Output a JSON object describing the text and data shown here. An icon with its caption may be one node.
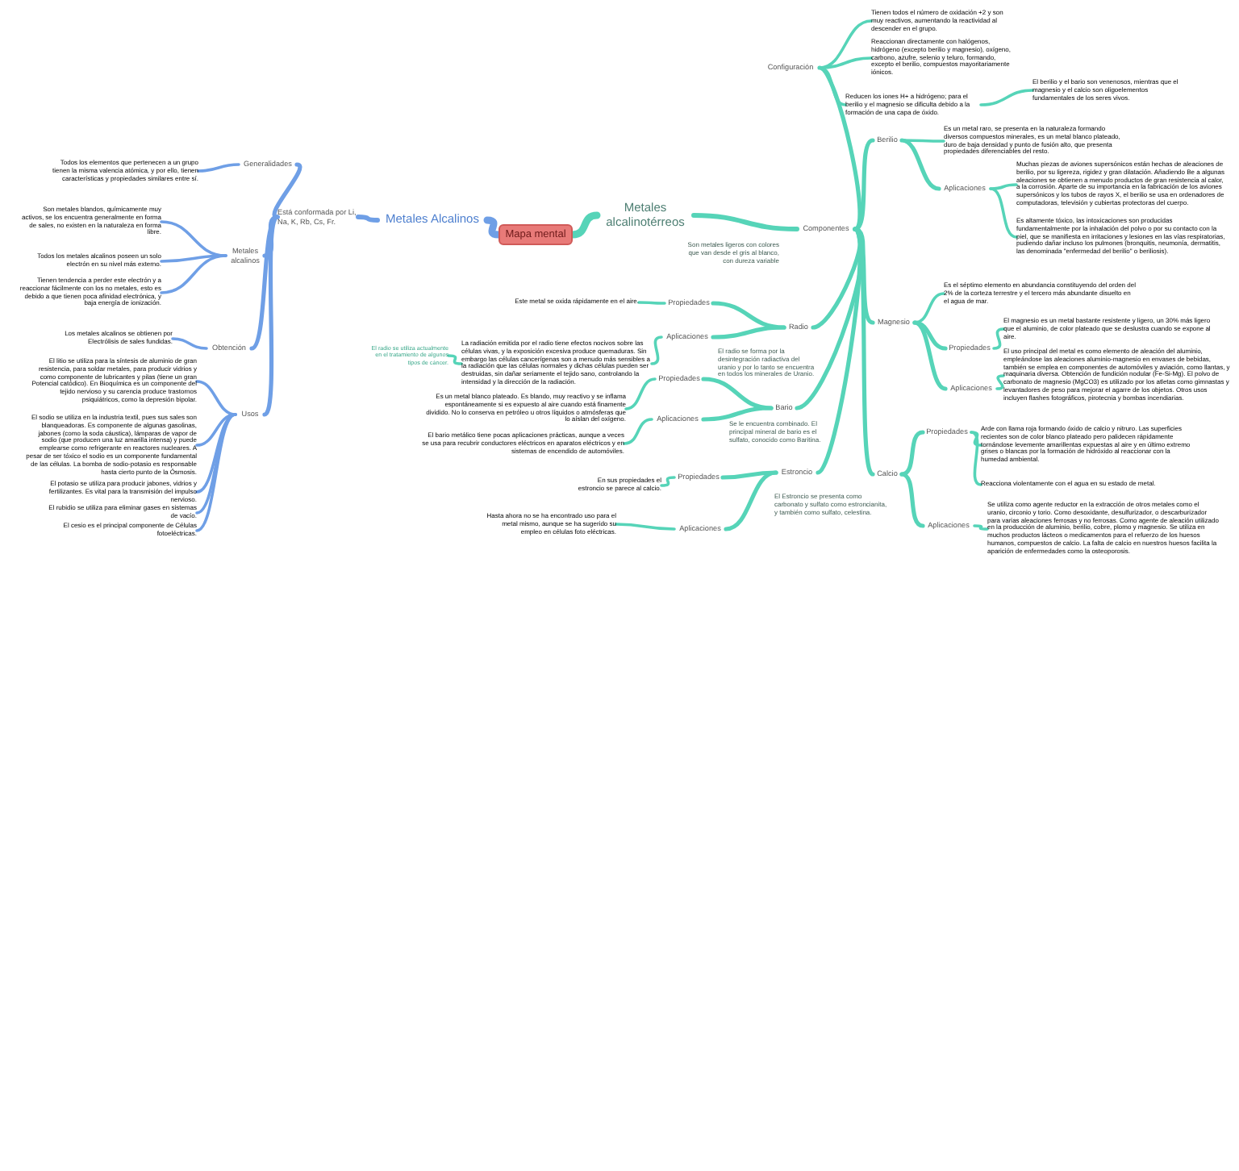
{
  "diagram": {
    "nodes": [
      {
        "text": [
          "Mapa mental"
        ]
      },
      {
        "text": [
          "Metales Alcalinos"
        ]
      },
      {
        "text": [
          "Está conformada por Li, Na, K, Rb, Cs, Fr."
        ]
      },
      {
        "text": [
          "Generalidades"
        ]
      },
      {
        "text": [
          "Todos los elementos que pertenecen a un grupo tienen la misma valencia atómica, y por ello, tienen características y propiedades similares entre sí."
        ]
      },
      {
        "text": [
          "Metales alcalinos"
        ]
      },
      {
        "text": [
          "Son metales blandos, químicamente muy activos, se los encuentra generalmente en forma de sales, no existen en la naturaleza en forma libre."
        ]
      },
      {
        "text": [
          "Todos los metales alcalinos poseen un solo electrón en su nivel más externo."
        ]
      },
      {
        "text": [
          "Tienen tendencia a perder este electrón y a reaccionar fácilmente con los no metales, esto es debido a que tienen poca afinidad electrónica, y baja energía de ionización."
        ]
      },
      {
        "text": [
          "Obtención"
        ]
      },
      {
        "text": [
          "Los metales alcalinos se obtienen por Electrólisis de sales fundidas."
        ]
      },
      {
        "text": [
          "Usos"
        ]
      },
      {
        "text": [
          "El litio se utiliza para la síntesis de aluminio de gran resistencia, para soldar metales, para producir vidrios y como componente de lubricantes y pilas (tiene un gran Potencial catódico). En Bioquímica es un componente del tejido nervioso y su carencia produce trastornos psiquiátricos, como la depresión bipolar."
        ]
      },
      {
        "text": [
          "El sodio se utiliza en la industria textil, pues sus sales son blanqueadoras. Es componente de algunas gasolinas, jabones (como la soda cáustica), lámparas de vapor de sodio (que producen una luz amarilla intensa) y puede emplearse como refrigerante en reactores nucleares. A pesar de ser tóxico el sodio es un componente fundamental de las células. La bomba de sodio-potasio es responsable hasta cierto punto de la Ósmosis."
        ]
      },
      {
        "text": [
          "El potasio se utiliza para producir jabones, vidrios y fertilizantes. Es vital para la transmisión del impulso nervioso."
        ]
      },
      {
        "text": [
          "El rubidio se utiliza para eliminar gases en sistemas de vacío."
        ]
      },
      {
        "text": [
          "El cesio es el principal componente de Células fotoeléctricas."
        ]
      },
      {
        "text": [
          "Metales alcalinotérreos"
        ]
      },
      {
        "text": [
          "Componentes"
        ]
      },
      {
        "text": [
          "Configuración"
        ]
      },
      {
        "text": [
          "Tienen todos el número de oxidación +2 y son muy reactivos, aumentando la reactividad al descender en el grupo."
        ]
      },
      {
        "text": [
          "Reaccionan directamente con halógenos, hidrógeno (excepto berilio y magnesio), oxígeno, carbono, azufre, selenio y teluro, formando, excepto el berilio, compuestos mayoritariamente iónicos."
        ]
      },
      {
        "text": [
          "Reducen los iones H+ a hidrógeno; para el berilio y el magnesio se dificulta debido a la formación de una capa de óxido."
        ]
      },
      {
        "text": [
          "El berilio y el bario son venenosos, mientras que el magnesio y el calcio son oligoelementos fundamentales de los seres vivos."
        ]
      },
      {
        "text": [
          "Berilio"
        ]
      },
      {
        "text": [
          "Es un metal raro, se presenta en la naturaleza formando diversos compuestos minerales, es un metal blanco plateado, duro de baja densidad y punto de fusión alto, que presenta propiedades diferenciables del resto."
        ]
      },
      {
        "text": [
          "Aplicaciones"
        ]
      },
      {
        "text": [
          "Muchas piezas de aviones supersónicos están hechas de aleaciones de berilio, por su ligereza, rigidez y gran dilatación. Añadiendo Be a algunas aleaciones se obtienen a menudo productos de gran resistencia al calor, a la corrosión. Aparte de su importancia en la fabricación de los aviones supersónicos y los tubos de rayos X, el berilio se usa en ordenadores de computadoras, televisión y cubiertas protectoras del cuerpo."
        ]
      },
      {
        "text": [
          "Es altamente tóxico, las intoxicaciones son producidas fundamentalmente por la inhalación del polvo o por su contacto con la piel, que se manifiesta en irritaciones y lesiones en las vías respiratorias, pudiendo dañar incluso los pulmones (bronquitis, neumonía, dermatitis, las denominada \"enfermedad del berilio\" o beriliosis)."
        ]
      },
      {
        "text": [
          "Magnesio"
        ]
      },
      {
        "text": [
          "Es el séptimo elemento en abundancia constituyendo del orden del 2% de la corteza terrestre y el tercero más abundante disuelto en el agua de mar."
        ]
      },
      {
        "text": [
          "Propiedades"
        ]
      },
      {
        "text": [
          "El magnesio es un metal bastante resistente y ligero, un 30% más ligero que el aluminio, de color plateado que se deslustra cuando se expone al aire."
        ]
      },
      {
        "text": [
          "Aplicaciones"
        ]
      },
      {
        "text": [
          "El uso principal del metal es como elemento de aleación del aluminio, empleándose las aleaciones aluminio-magnesio en envases de bebidas, también se emplea en componentes de automóviles y aviación, como llantas, y maquinaria diversa. Obtención de fundición nodular (Fe-Si-Mg). El polvo de carbonato de magnesio (MgCO3) es utilizado por los atletas como gimnastas y levantadores de peso para mejorar el agarre de los objetos. Otros usos incluyen flashes fotográficos, pirotecnia y bombas incendiarias."
        ]
      },
      {
        "text": [
          "Radio"
        ],
        "beside": [
          "El radio se forma por la desintegración radiactiva del uranio y por lo tanto se encuentra en todos los minerales de Uranio."
        ]
      },
      {
        "text": [
          "Propiedades"
        ]
      },
      {
        "text": [
          "Este metal se oxida rápidamente en el aire."
        ]
      },
      {
        "text": [
          "Aplicaciones"
        ]
      },
      {
        "text": [
          "La radiación emitida por el radio tiene efectos nocivos sobre las células vivas, y la exposición excesiva produce quemaduras. Sin embargo las células cancerígenas son a menudo más sensibles a la radiación que las células normales y dichas células pueden ser destruidas, sin dañar seriamente el tejido sano, controlando la intensidad y la dirección de la radiación."
        ]
      },
      {
        "text": [
          "El radio se utiliza actualmente en el tratamiento de algunos tipos de cáncer."
        ]
      },
      {
        "text": [
          "Bario"
        ],
        "beside": [
          "Se le encuentra combinado. El principal mineral de bario es el sulfato, conocido como Baritina."
        ]
      },
      {
        "text": [
          "Propiedades"
        ]
      },
      {
        "text": [
          "Es un metal blanco plateado. Es blando, muy reactivo y se inflama espontáneamente si es expuesto al aire cuando está finamente dividido. No lo conserva en petróleo u otros líquidos o atmósferas que lo aíslan del oxígeno."
        ]
      },
      {
        "text": [
          "Aplicaciones"
        ]
      },
      {
        "text": [
          "El bario metálico tiene pocas aplicaciones prácticas, aunque a veces se usa para recubrir conductores eléctricos en aparatos eléctricos y en sistemas de encendido de automóviles."
        ]
      },
      {
        "text": [
          "Estroncio"
        ],
        "beside": [
          "El Estroncio se presenta como carbonato y sulfato como estroncianita, y también como sulfato, celestina."
        ]
      },
      {
        "text": [
          "Propiedades"
        ]
      },
      {
        "text": [
          "En sus propiedades el estroncio se parece al calcio."
        ]
      },
      {
        "text": [
          "Aplicaciones"
        ]
      },
      {
        "text": [
          "Hasta ahora no se ha encontrado uso para el metal mismo, aunque se ha sugerido su empleo en células foto eléctricas."
        ]
      },
      {
        "text": [
          "Calcio"
        ]
      },
      {
        "text": [
          "Propiedades"
        ]
      },
      {
        "text": [
          "Arde con llama roja formando óxido de calcio y nitruro. Las superficies recientes son de color blanco plateado pero palidecen rápidamente tornándose levemente amarillentas expuestas al aire y en último extremo grises o blancas por la formación de hidróxido al reaccionar con la humedad ambiental."
        ]
      },
      {
        "text": [
          "Reacciona violentamente con el agua en su estado de metal."
        ]
      },
      {
        "text": [
          "Aplicaciones"
        ]
      },
      {
        "text": [
          "Se utiliza como agente reductor en la extracción de otros metales como el uranio, circonio y torio. Como desoxidante, desulfurizador, o descarburizador para varias aleaciones ferrosas y no ferrosas. Como agente de aleación utilizado en la producción de aluminio, berilio, cobre, plomo y magnesio. Se utiliza en muchos productos lácteos o medicamentos para el refuerzo de los huesos humanos, compuestos de calcio. La falta de calcio en nuestros huesos facilita la aparición de enfermedades como la osteoporosis."
        ]
      }
    ],
    "edges": [
      {
        "from": 0,
        "to": 1,
        "arrow": "none",
        "style": "thick",
        "color": "#6f9fe6"
      },
      {
        "from": 1,
        "to": 2,
        "arrow": "none",
        "color": "#6f9fe6"
      },
      {
        "from": 2,
        "to": 3,
        "arrow": "none",
        "color": "#6f9fe6"
      },
      {
        "from": 3,
        "to": 4,
        "arrow": "none",
        "color": "#6f9fe6"
      },
      {
        "from": 2,
        "to": 5,
        "arrow": "none",
        "color": "#6f9fe6"
      },
      {
        "from": 5,
        "to": 6,
        "arrow": "none",
        "color": "#6f9fe6"
      },
      {
        "from": 5,
        "to": 7,
        "arrow": "none",
        "color": "#6f9fe6"
      },
      {
        "from": 5,
        "to": 8,
        "arrow": "none",
        "color": "#6f9fe6"
      },
      {
        "from": 2,
        "to": 9,
        "arrow": "none",
        "color": "#6f9fe6"
      },
      {
        "from": 9,
        "to": 10,
        "arrow": "none",
        "color": "#6f9fe6"
      },
      {
        "from": 2,
        "to": 11,
        "arrow": "none",
        "color": "#6f9fe6"
      },
      {
        "from": 11,
        "to": 12,
        "arrow": "none",
        "color": "#6f9fe6"
      },
      {
        "from": 11,
        "to": 13,
        "arrow": "none",
        "color": "#6f9fe6"
      },
      {
        "from": 11,
        "to": 14,
        "arrow": "none",
        "color": "#6f9fe6"
      },
      {
        "from": 11,
        "to": 15,
        "arrow": "none",
        "color": "#6f9fe6"
      },
      {
        "from": 11,
        "to": 16,
        "arrow": "none",
        "color": "#6f9fe6"
      },
      {
        "from": 0,
        "to": 17,
        "arrow": "none",
        "style": "thick"
      },
      {
        "from": 17,
        "to": 18,
        "arrow": "none"
      },
      {
        "from": 18,
        "to": 19,
        "arrow": "none"
      },
      {
        "from": 19,
        "to": 20,
        "arrow": "none"
      },
      {
        "from": 19,
        "to": 21,
        "arrow": "none"
      },
      {
        "from": 19,
        "to": 22,
        "arrow": "none"
      },
      {
        "from": 22,
        "to": 23,
        "arrow": "none"
      },
      {
        "from": 18,
        "to": 24,
        "arrow": "none"
      },
      {
        "from": 24,
        "to": 25,
        "arrow": "none"
      },
      {
        "from": 24,
        "to": 26,
        "arrow": "none"
      },
      {
        "from": 26,
        "to": 27,
        "arrow": "none"
      },
      {
        "from": 26,
        "to": 28,
        "arrow": "none"
      },
      {
        "from": 18,
        "to": 29,
        "arrow": "none"
      },
      {
        "from": 29,
        "to": 30,
        "arrow": "none"
      },
      {
        "from": 29,
        "to": 31,
        "arrow": "none"
      },
      {
        "from": 31,
        "to": 32,
        "arrow": "none"
      },
      {
        "from": 29,
        "to": 33,
        "arrow": "none"
      },
      {
        "from": 33,
        "to": 34,
        "arrow": "none"
      },
      {
        "from": 18,
        "to": 35,
        "arrow": "none"
      },
      {
        "from": 35,
        "to": 36,
        "arrow": "none"
      },
      {
        "from": 36,
        "to": 37,
        "arrow": "none"
      },
      {
        "from": 35,
        "to": 38,
        "arrow": "none"
      },
      {
        "from": 38,
        "to": 39,
        "arrow": "none"
      },
      {
        "from": 39,
        "to": 40,
        "arrow": "none"
      },
      {
        "from": 18,
        "to": 41,
        "arrow": "none"
      },
      {
        "from": 41,
        "to": 42,
        "arrow": "none"
      },
      {
        "from": 42,
        "to": 43,
        "arrow": "none"
      },
      {
        "from": 41,
        "to": 44,
        "arrow": "none"
      },
      {
        "from": 44,
        "to": 45,
        "arrow": "none"
      },
      {
        "from": 18,
        "to": 46,
        "arrow": "none"
      },
      {
        "from": 46,
        "to": 47,
        "arrow": "none"
      },
      {
        "from": 47,
        "to": 48,
        "arrow": "none"
      },
      {
        "from": 46,
        "to": 49,
        "arrow": "none"
      },
      {
        "from": 49,
        "to": 50,
        "arrow": "none"
      },
      {
        "from": 18,
        "to": 51,
        "arrow": "none"
      },
      {
        "from": 51,
        "to": 52,
        "arrow": "none"
      },
      {
        "from": 52,
        "to": 53,
        "arrow": "none"
      },
      {
        "from": 52,
        "to": 54,
        "arrow": "none"
      },
      {
        "from": 51,
        "to": 55,
        "arrow": "none"
      },
      {
        "from": 55,
        "to": 56,
        "arrow": "none"
      }
    ],
    "labels": [
      "Son metales ligeros con colores que van desde el gris al blanco, con dureza variable"
    ]
  }
}
